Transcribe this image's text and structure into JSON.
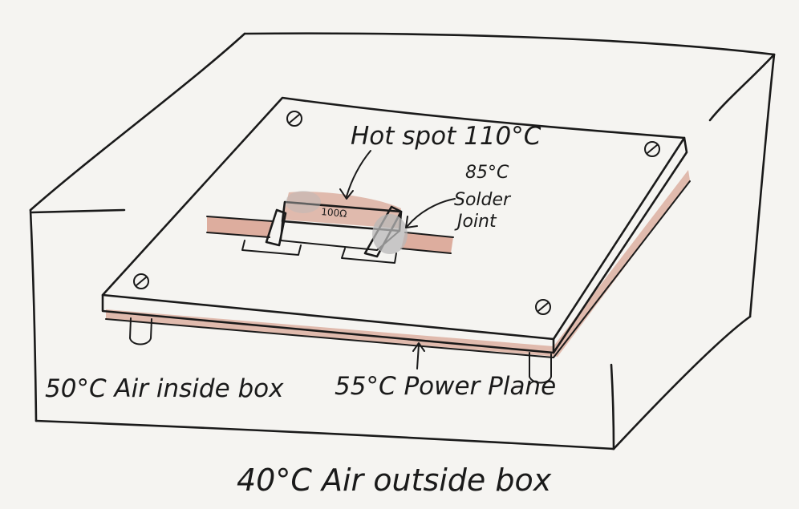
{
  "labels": {
    "hot_spot": "Hot spot 110°C",
    "solder_temp": "85°C",
    "solder_line1": "Solder",
    "solder_line2": "Joint",
    "resistor_marking": "100Ω",
    "air_inside": "50°C Air inside box",
    "power_plane": "55°C Power Plane",
    "air_outside": "40°C Air outside box"
  },
  "colors": {
    "ink": "#1a1a1a",
    "paper": "#f5f4f1",
    "copper": "#c8735a",
    "solder": "#b8b8b8",
    "board": "#fbfaf7"
  }
}
